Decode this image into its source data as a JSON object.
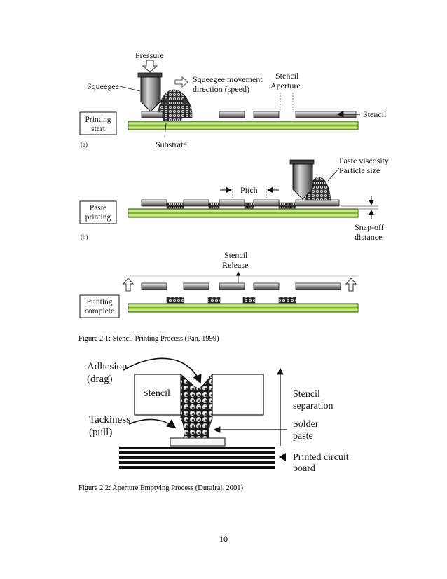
{
  "figure1": {
    "panel_a": {
      "pressure": "Pressure",
      "squeegee": "Squeegee",
      "movement_line1": "Squeegee movement",
      "movement_line2": "direction (speed)",
      "aperture_line1": "Stencil",
      "aperture_line2": "Aperture",
      "stencil": "Stencil",
      "box_line1": "Printing",
      "box_line2": "start",
      "substrate": "Substrate",
      "tag": "(a)"
    },
    "panel_b": {
      "viscosity": "Paste viscosity",
      "particle": "Particle size",
      "pitch": "Pitch",
      "box_line1": "Paste",
      "box_line2": "printing",
      "snapoff_line1": "Snap-off",
      "snapoff_line2": "distance",
      "tag": "(b)"
    },
    "panel_c": {
      "release_line1": "Stencil",
      "release_line2": "Release",
      "box_line1": "Printing",
      "box_line2": "complete"
    },
    "caption": "Figure 2.1: Stencil Printing Process (Pan, 1999)"
  },
  "figure2": {
    "adhesion_line1": "Adhesion",
    "adhesion_line2": "(drag)",
    "stencil": "Stencil",
    "tackiness_line1": "Tackiness",
    "tackiness_line2": "(pull)",
    "separation_line1": "Stencil",
    "separation_line2": "separation",
    "solder_line1": "Solder",
    "solder_line2": "paste",
    "pcb_line1": "Printed circuit",
    "pcb_line2": "board",
    "caption": "Figure 2.2: Aperture Emptying Process (Durairaj, 2001)"
  },
  "page_number": "10"
}
